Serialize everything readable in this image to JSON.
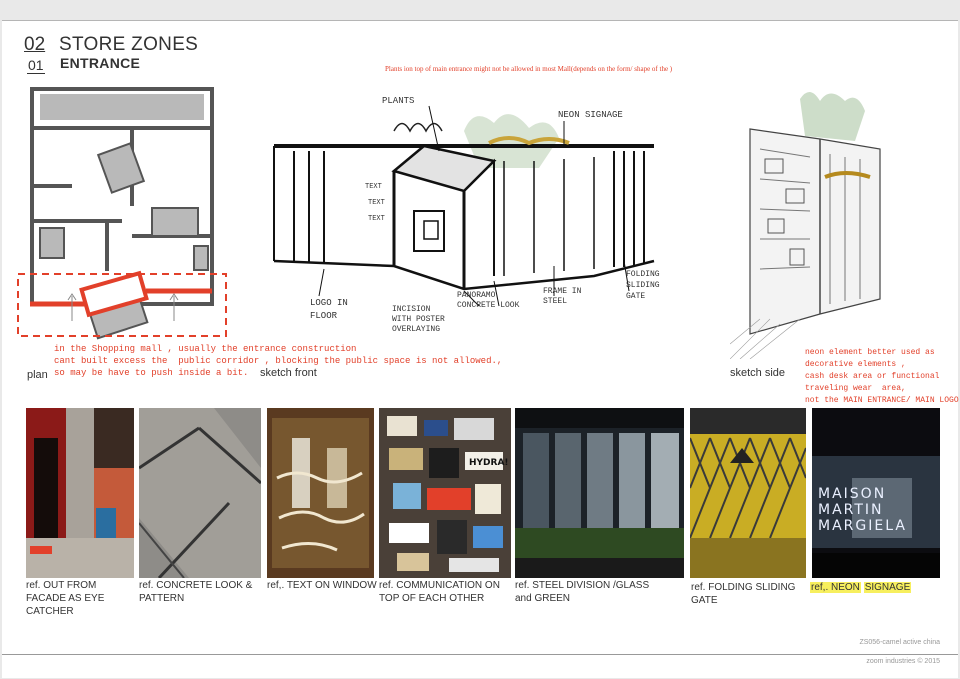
{
  "header": {
    "section_number": "02",
    "section_title": "STORE ZONES",
    "subsection_number": "01",
    "subsection_title": "ENTRANCE"
  },
  "top_note": "Plants ion top of main entrance might not be allowed in most Mall(depends on the form/ shape of the )",
  "plan": {
    "label": "plan",
    "note": "in the Shopping mall , usually the entrance construction\ncant built excess the  public corridor , blocking the public space is not allowed.,\nso may be have to push inside a bit."
  },
  "sketch_front": {
    "label": "sketch front",
    "annotations": {
      "plants": "PLANTS",
      "neon": "NEON SIGNAGE",
      "logo": "LOGO IN FLOOR",
      "incision": "INCISION WITH POSTER OVERLAYING",
      "panorama": "PANORAMO CONCRETE LOOK",
      "frame": "FRAME IN STEEL",
      "folding": "FOLDING SLIDING GATE",
      "text_words": [
        "TEXT",
        "TEXT",
        "TEXT"
      ]
    }
  },
  "sketch_side": {
    "label": "sketch side",
    "note": "neon element better used as\ndecorative elements ,\ncash desk area or functional\ntraveling wear  area,\nnot the MAIN ENTRANCE/ MAIN LOGO"
  },
  "references": [
    {
      "caption": "ref. OUT FROM FACADE AS EYE CATCHER"
    },
    {
      "caption": "ref. CONCRETE LOOK & PATTERN"
    },
    {
      "caption": "ref,. TEXT ON WINDOW"
    },
    {
      "caption": "ref. COMMUNICATION ON TOP OF EACH OTHER"
    },
    {
      "caption": "ref. STEEL DIVISION /GLASS and GREEN"
    },
    {
      "caption": "ref. FOLDING SLIDING GATE"
    },
    {
      "caption_a": "ref,. NEON",
      "caption_b": "SIGNAGE"
    }
  ],
  "photo_text": {
    "maison_line1": "MAISON",
    "maison_line2": "MARTIN",
    "maison_line3": "MARGIELA",
    "sticker_hydra": "HYDRA!"
  },
  "footer": {
    "project": "ZS056-camel active china",
    "company": "zoom industries © 2015"
  },
  "colors": {
    "accent_red": "#e2402a",
    "highlight": "#f7ef5e",
    "plan_grey": "#b9b9b9"
  }
}
